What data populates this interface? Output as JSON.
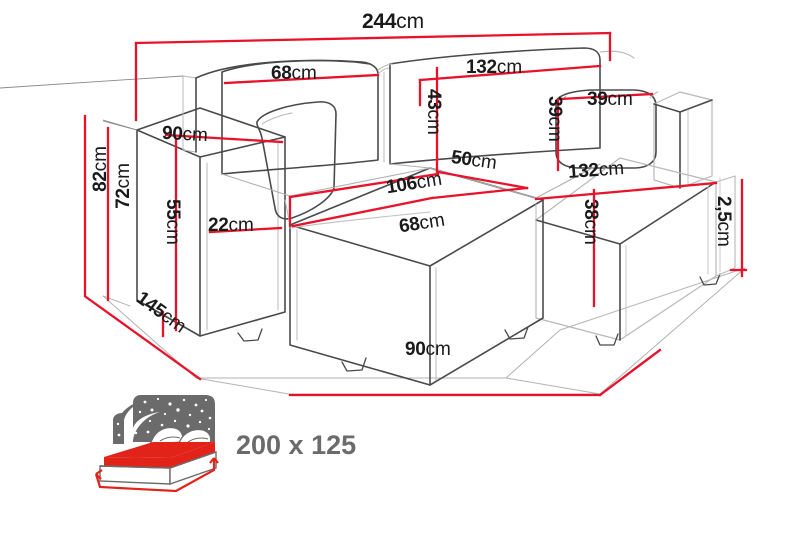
{
  "drawing": {
    "title": "Sectional corner sofa bed dimension diagram",
    "colors": {
      "dimension_line": "#e8122a",
      "outline_dark": "#3f3f3f",
      "outline_light": "#9a9a9a",
      "label_text": "#1a1a1a",
      "bed_icon_red": "#e2231a",
      "bed_icon_gray": "#6b6b6b",
      "background": "#ffffff"
    },
    "unit": "cm"
  },
  "dimensions": {
    "overall_width": {
      "value": "244",
      "unit": "cm",
      "orientation": "horizontal"
    },
    "backrest_left_width": {
      "value": "68",
      "unit": "cm",
      "orientation": "horizontal"
    },
    "backrest_right_width": {
      "value": "132",
      "unit": "cm",
      "orientation": "horizontal"
    },
    "backrest_height": {
      "value": "43",
      "unit": "cm",
      "orientation": "vertical"
    },
    "cushion_size": {
      "value": "39",
      "unit": "cm",
      "orientation": "horizontal"
    },
    "cushion_height": {
      "value": "39",
      "unit": "cm",
      "orientation": "vertical"
    },
    "armrest_width": {
      "value": "90",
      "unit": "cm",
      "orientation": "horizontal"
    },
    "total_height": {
      "value": "82",
      "unit": "cm",
      "orientation": "vertical"
    },
    "armrest_height": {
      "value": "72",
      "unit": "cm",
      "orientation": "vertical"
    },
    "seat_back_height": {
      "value": "55",
      "unit": "cm",
      "orientation": "vertical"
    },
    "armrest_thickness": {
      "value": "22",
      "unit": "cm",
      "orientation": "horizontal"
    },
    "seat_depth_diag": {
      "value": "50",
      "unit": "cm",
      "orientation": "horizontal"
    },
    "chaise_depth": {
      "value": "106",
      "unit": "cm",
      "orientation": "horizontal"
    },
    "chaise_width": {
      "value": "68",
      "unit": "cm",
      "orientation": "horizontal"
    },
    "seat_width_right": {
      "value": "132",
      "unit": "cm",
      "orientation": "horizontal"
    },
    "seat_height": {
      "value": "38",
      "unit": "cm",
      "orientation": "vertical"
    },
    "leg_height": {
      "value": "2,5",
      "unit": "cm",
      "orientation": "vertical"
    },
    "total_depth": {
      "value": "145",
      "unit": "cm",
      "orientation": "diagonal"
    },
    "chaise_front_width": {
      "value": "90",
      "unit": "cm",
      "orientation": "horizontal"
    }
  },
  "sleeping_area": {
    "icon_name": "bed-night-icon",
    "label": "200 x 125"
  }
}
